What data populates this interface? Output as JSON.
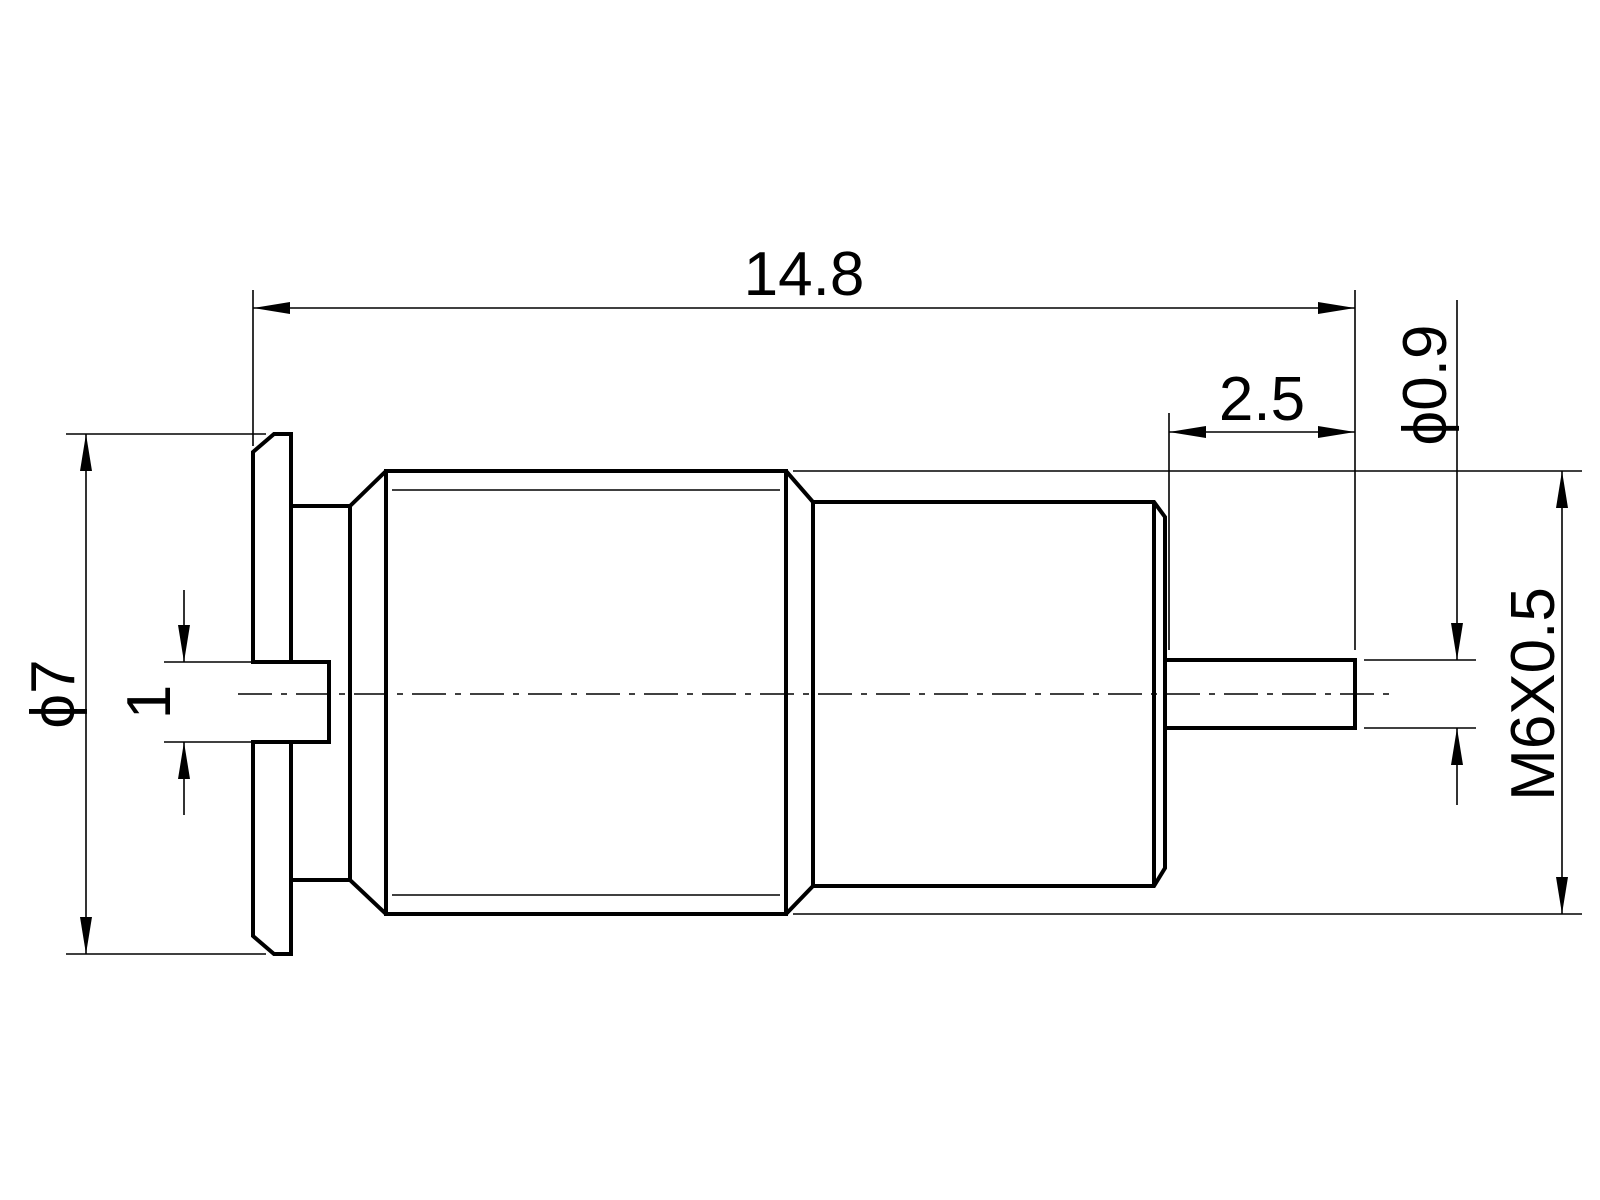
{
  "drawing": {
    "dimensions": {
      "overall_length": "14.8",
      "pin_length": "2.5",
      "pin_diameter": "ϕ0.9",
      "flange_diameter": "ϕ7",
      "thread": "M6X0.5",
      "slot_width": "1"
    },
    "colors": {
      "line": "#000000",
      "background": "#ffffff"
    }
  }
}
